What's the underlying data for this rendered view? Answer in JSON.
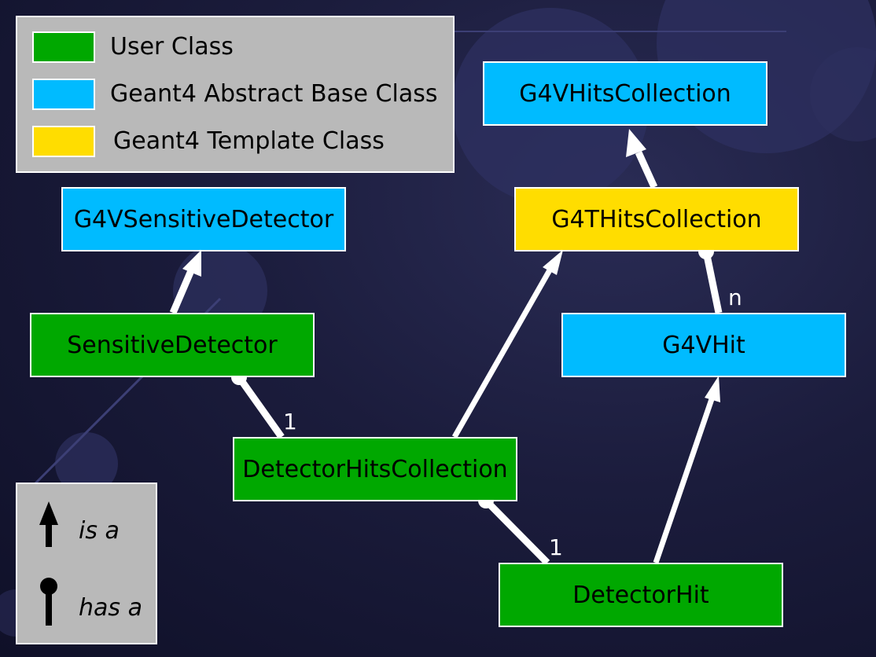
{
  "legend": {
    "items": [
      {
        "label": "User Class",
        "color": "#00a800"
      },
      {
        "label": "Geant4 Abstract Base Class",
        "color": "#00bbff"
      },
      {
        "label": "Geant4 Template Class",
        "color": "#ffdd00"
      }
    ]
  },
  "key": {
    "is_a": "is a",
    "has_a": "has a"
  },
  "classes": {
    "g4vhitscollection": "G4VHitsCollection",
    "g4vsensitivedetector": "G4VSensitiveDetector",
    "g4thitscollection": "G4THitsCollection",
    "sensitivedetector": "SensitiveDetector",
    "g4vhit": "G4VHit",
    "detectorhitscollection": "DetectorHitsCollection",
    "detectorhit": "DetectorHit"
  },
  "multiplicities": {
    "sd_to_dhc": "1",
    "dhc_to_dh": "1",
    "thc_to_vhit": "n"
  }
}
